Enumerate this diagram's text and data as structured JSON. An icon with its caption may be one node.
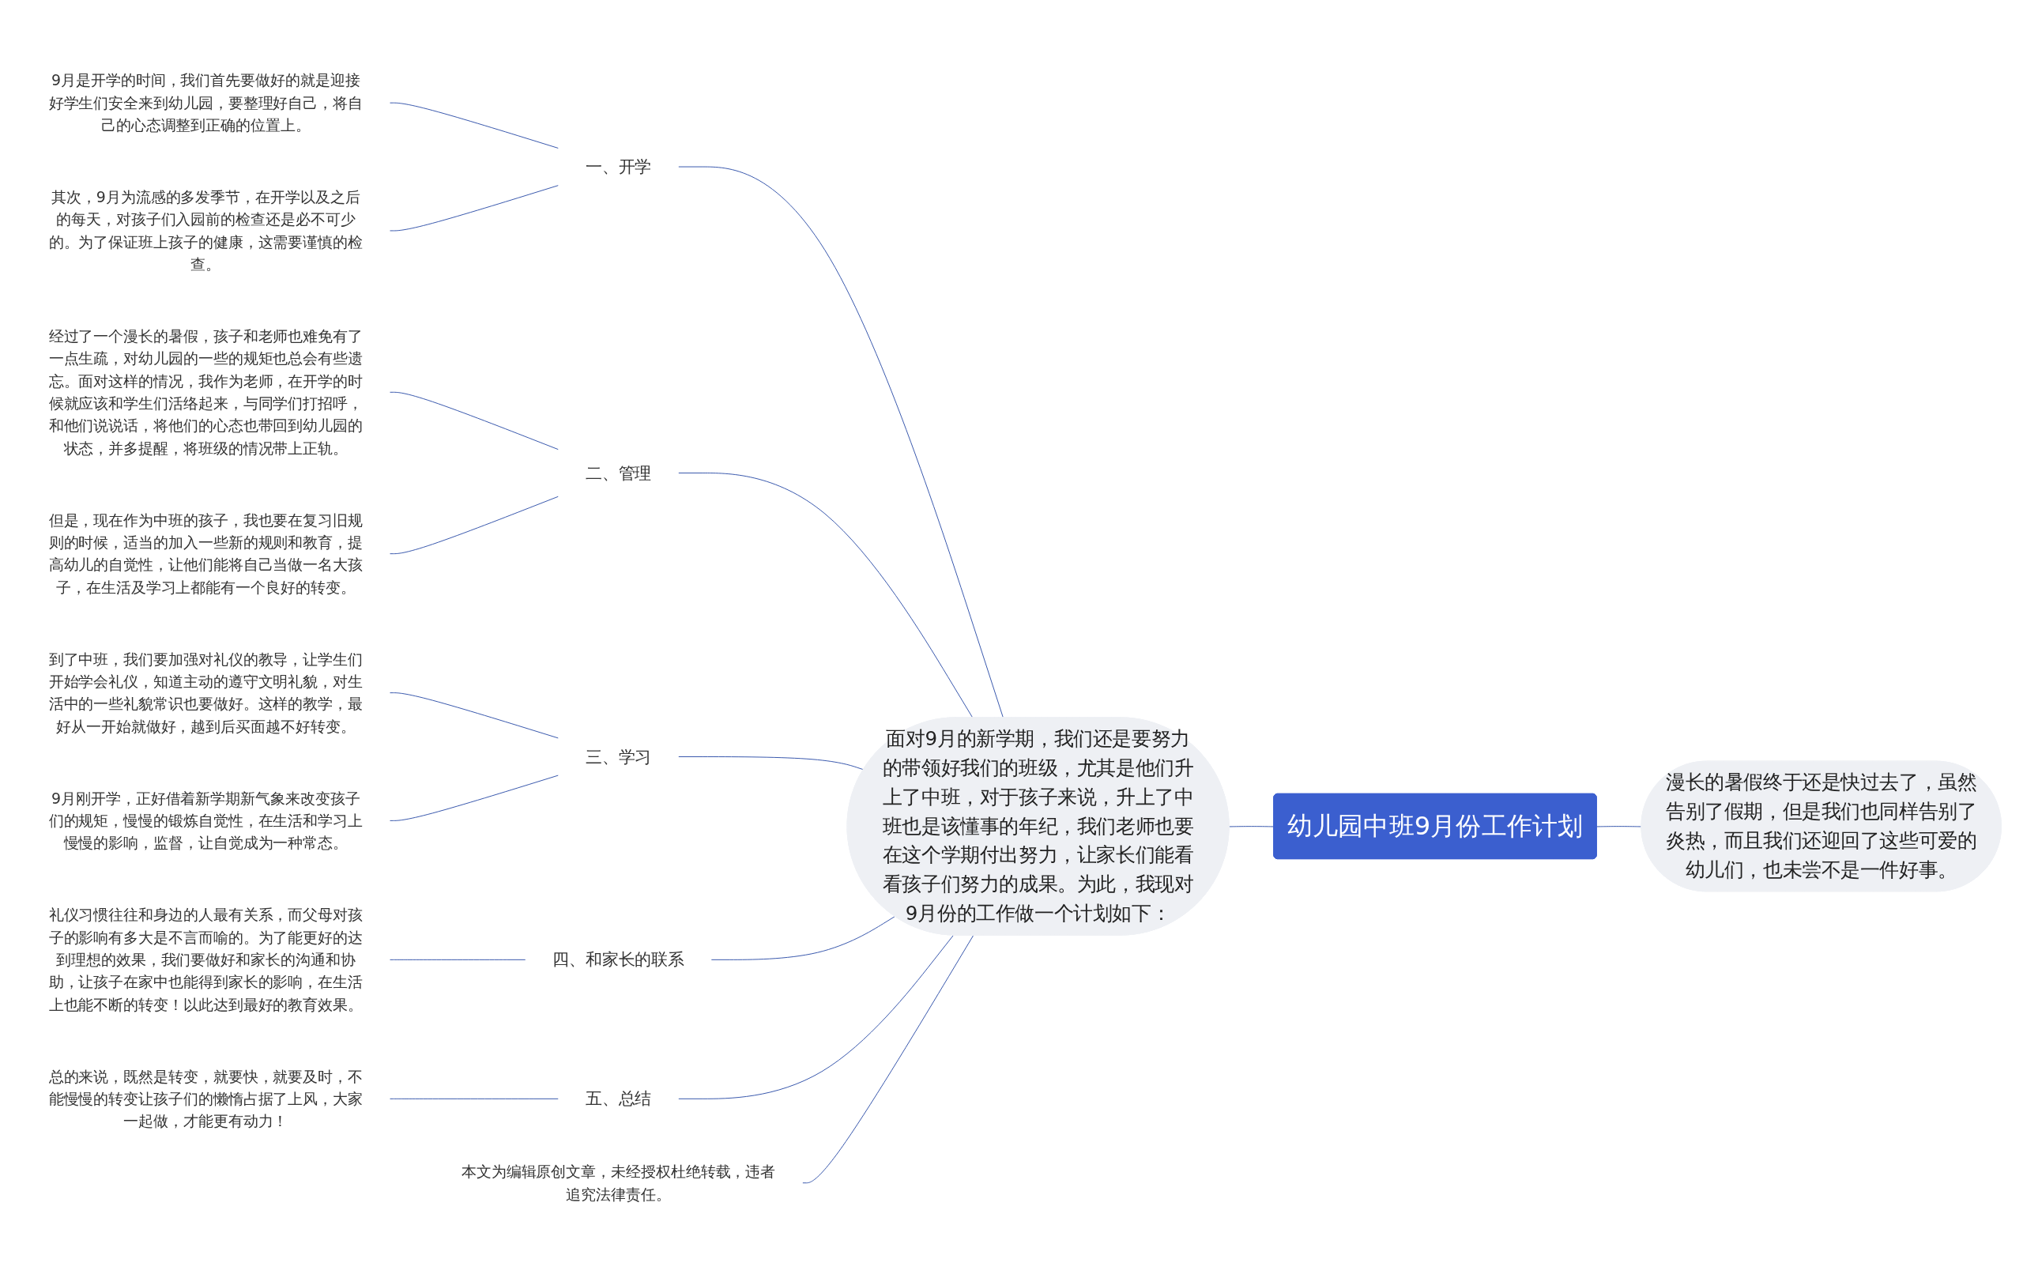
{
  "diagram": {
    "nodes": [
      {
        "text": [
          "幼儿园中班9月份工作计划"
        ]
      },
      {
        "text": [
          "面对9月的新学期，我们还是要努力的带领好我们的班级，尤其是他们升上了中班，对于孩子来说，升上了中班也是该懂事的年纪，我们老师也要在这个学期付出努力，让家长们能看看孩子们努力的成果。为此，我现对9月份的工作做一个计划如下："
        ]
      },
      {
        "text": [
          "漫长的暑假终于还是快过去了，虽然告别了假期，但是我们也同样告别了炎热，而且我们还迎回了这些可爱的幼儿们，也未尝不是一件好事。"
        ]
      },
      {
        "text": [
          "一、开学"
        ]
      },
      {
        "text": [
          "9月是开学的时间，我们首先要做好的就是迎接好学生们安全来到幼儿园，要整理好自己，将自己的心态调整到正确的位置上。"
        ]
      },
      {
        "text": [
          "其次，9月为流感的多发季节，在开学以及之后的每天，对孩子们入园前的检查还是必不可少的。为了保证班上孩子的健康，这需要谨慎的检查。"
        ]
      },
      {
        "text": [
          "二、管理"
        ]
      },
      {
        "text": [
          "经过了一个漫长的暑假，孩子和老师也难免有了一点生疏，对幼儿园的一些的规矩也总会有些遗忘。面对这样的情况，我作为老师，在开学的时候就应该和学生们活络起来，与同学们打招呼，和他们说说话，将他们的心态也带回到幼儿园的状态，并多提醒，将班级的情况带上正轨。"
        ]
      },
      {
        "text": [
          "但是，现在作为中班的孩子，我也要在复习旧规则的时候，适当的加入一些新的规则和教育，提高幼儿的自觉性，让他们能将自己当做一名大孩子，在生活及学习上都能有一个良好的转变。"
        ]
      },
      {
        "text": [
          "三、学习"
        ]
      },
      {
        "text": [
          "到了中班，我们要加强对礼仪的教导，让学生们开始学会礼仪，知道主动的遵守文明礼貌，对生活中的一些礼貌常识也要做好。这样的教学，最好从一开始就做好，越到后买面越不好转变。"
        ]
      },
      {
        "text": [
          "9月刚开学，正好借着新学期新气象来改变孩子们的规矩，慢慢的锻炼自觉性，在生活和学习上慢慢的影响，监督，让自觉成为一种常态。"
        ]
      },
      {
        "text": [
          "四、和家长的联系"
        ]
      },
      {
        "text": [
          "礼仪习惯往往和身边的人最有关系，而父母对孩子的影响有多大是不言而喻的。为了能更好的达到理想的效果，我们要做好和家长的沟通和协助，让孩子在家中也能得到家长的影响，在生活上也能不断的转变！以此达到最好的教育效果。"
        ]
      },
      {
        "text": [
          "五、总结"
        ]
      },
      {
        "text": [
          "总的来说，既然是转变，就要快，就要及时，不能慢慢的转变让孩子们的懒惰占据了上风，大家一起做，才能更有动力！"
        ]
      },
      {
        "text": [
          "本文为编辑原创文章，未经授权杜绝转载，违者追究法律责任。"
        ]
      }
    ],
    "edges": [
      {
        "from": 0,
        "to": 1,
        "arrow": "none"
      },
      {
        "from": 2,
        "to": 0,
        "arrow": "none"
      },
      {
        "from": 1,
        "to": 3,
        "arrow": "none"
      },
      {
        "from": 1,
        "to": 6,
        "arrow": "none"
      },
      {
        "from": 1,
        "to": 9,
        "arrow": "none"
      },
      {
        "from": 1,
        "to": 12,
        "arrow": "none"
      },
      {
        "from": 1,
        "to": 14,
        "arrow": "none"
      },
      {
        "from": 1,
        "to": 16,
        "arrow": "none"
      },
      {
        "from": 3,
        "to": 4,
        "arrow": "none"
      },
      {
        "from": 3,
        "to": 5,
        "arrow": "none"
      },
      {
        "from": 6,
        "to": 7,
        "arrow": "none"
      },
      {
        "from": 6,
        "to": 8,
        "arrow": "none"
      },
      {
        "from": 9,
        "to": 10,
        "arrow": "none"
      },
      {
        "from": 9,
        "to": 11,
        "arrow": "none"
      },
      {
        "from": 12,
        "to": 13,
        "arrow": "none"
      },
      {
        "from": 14,
        "to": 15,
        "arrow": "none"
      }
    ]
  }
}
